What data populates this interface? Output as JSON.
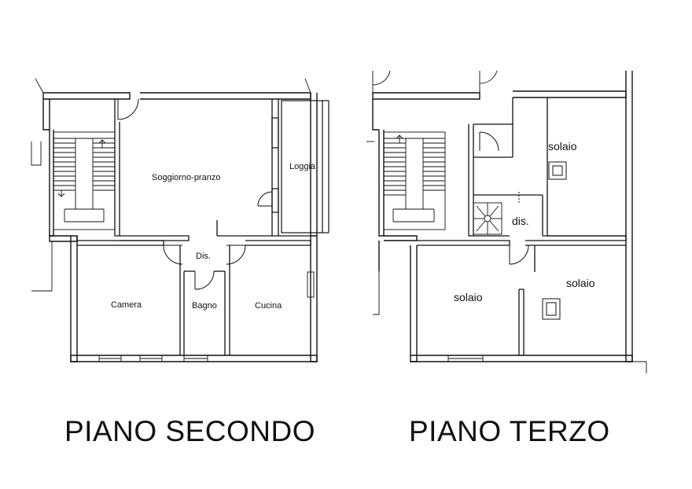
{
  "floors": [
    {
      "title": "PIANO SECONDO",
      "rooms": {
        "soggiorno": "Soggiorno-pranzo",
        "loggia": "Loggia",
        "dis": "Dis.",
        "camera": "Camera",
        "bagno": "Bagno",
        "cucina": "Cucina"
      }
    },
    {
      "title": "PIANO TERZO",
      "rooms": {
        "solaio_top": "solaio",
        "dis": "dis.",
        "solaio_left": "solaio",
        "solaio_right": "solaio"
      }
    }
  ]
}
